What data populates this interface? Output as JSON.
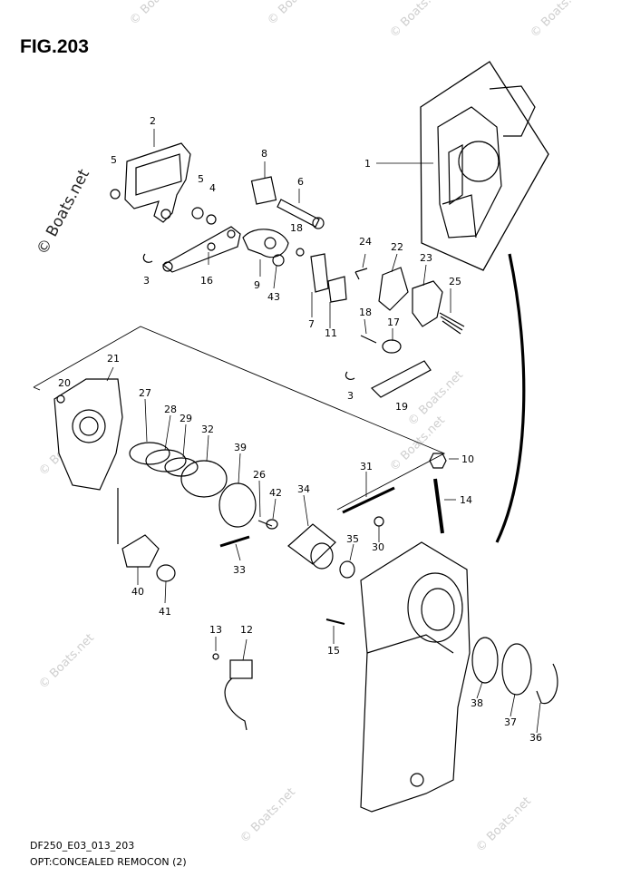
{
  "figure": {
    "title": "FIG.203"
  },
  "caption": {
    "code": "DF250_E03_013_203",
    "description": "OPT:CONCEALED REMOCON (2)"
  },
  "watermark": {
    "text": "© Boats.net"
  },
  "callouts": [
    "1",
    "2",
    "5",
    "8",
    "6",
    "5",
    "4",
    "18",
    "24",
    "22",
    "23",
    "25",
    "3",
    "16",
    "9",
    "43",
    "7",
    "11",
    "18",
    "17",
    "3",
    "19",
    "21",
    "20",
    "27",
    "28",
    "29",
    "32",
    "39",
    "31",
    "10",
    "26",
    "42",
    "34",
    "14",
    "35",
    "30",
    "33",
    "40",
    "41",
    "13",
    "12",
    "15",
    "38",
    "37",
    "36"
  ]
}
